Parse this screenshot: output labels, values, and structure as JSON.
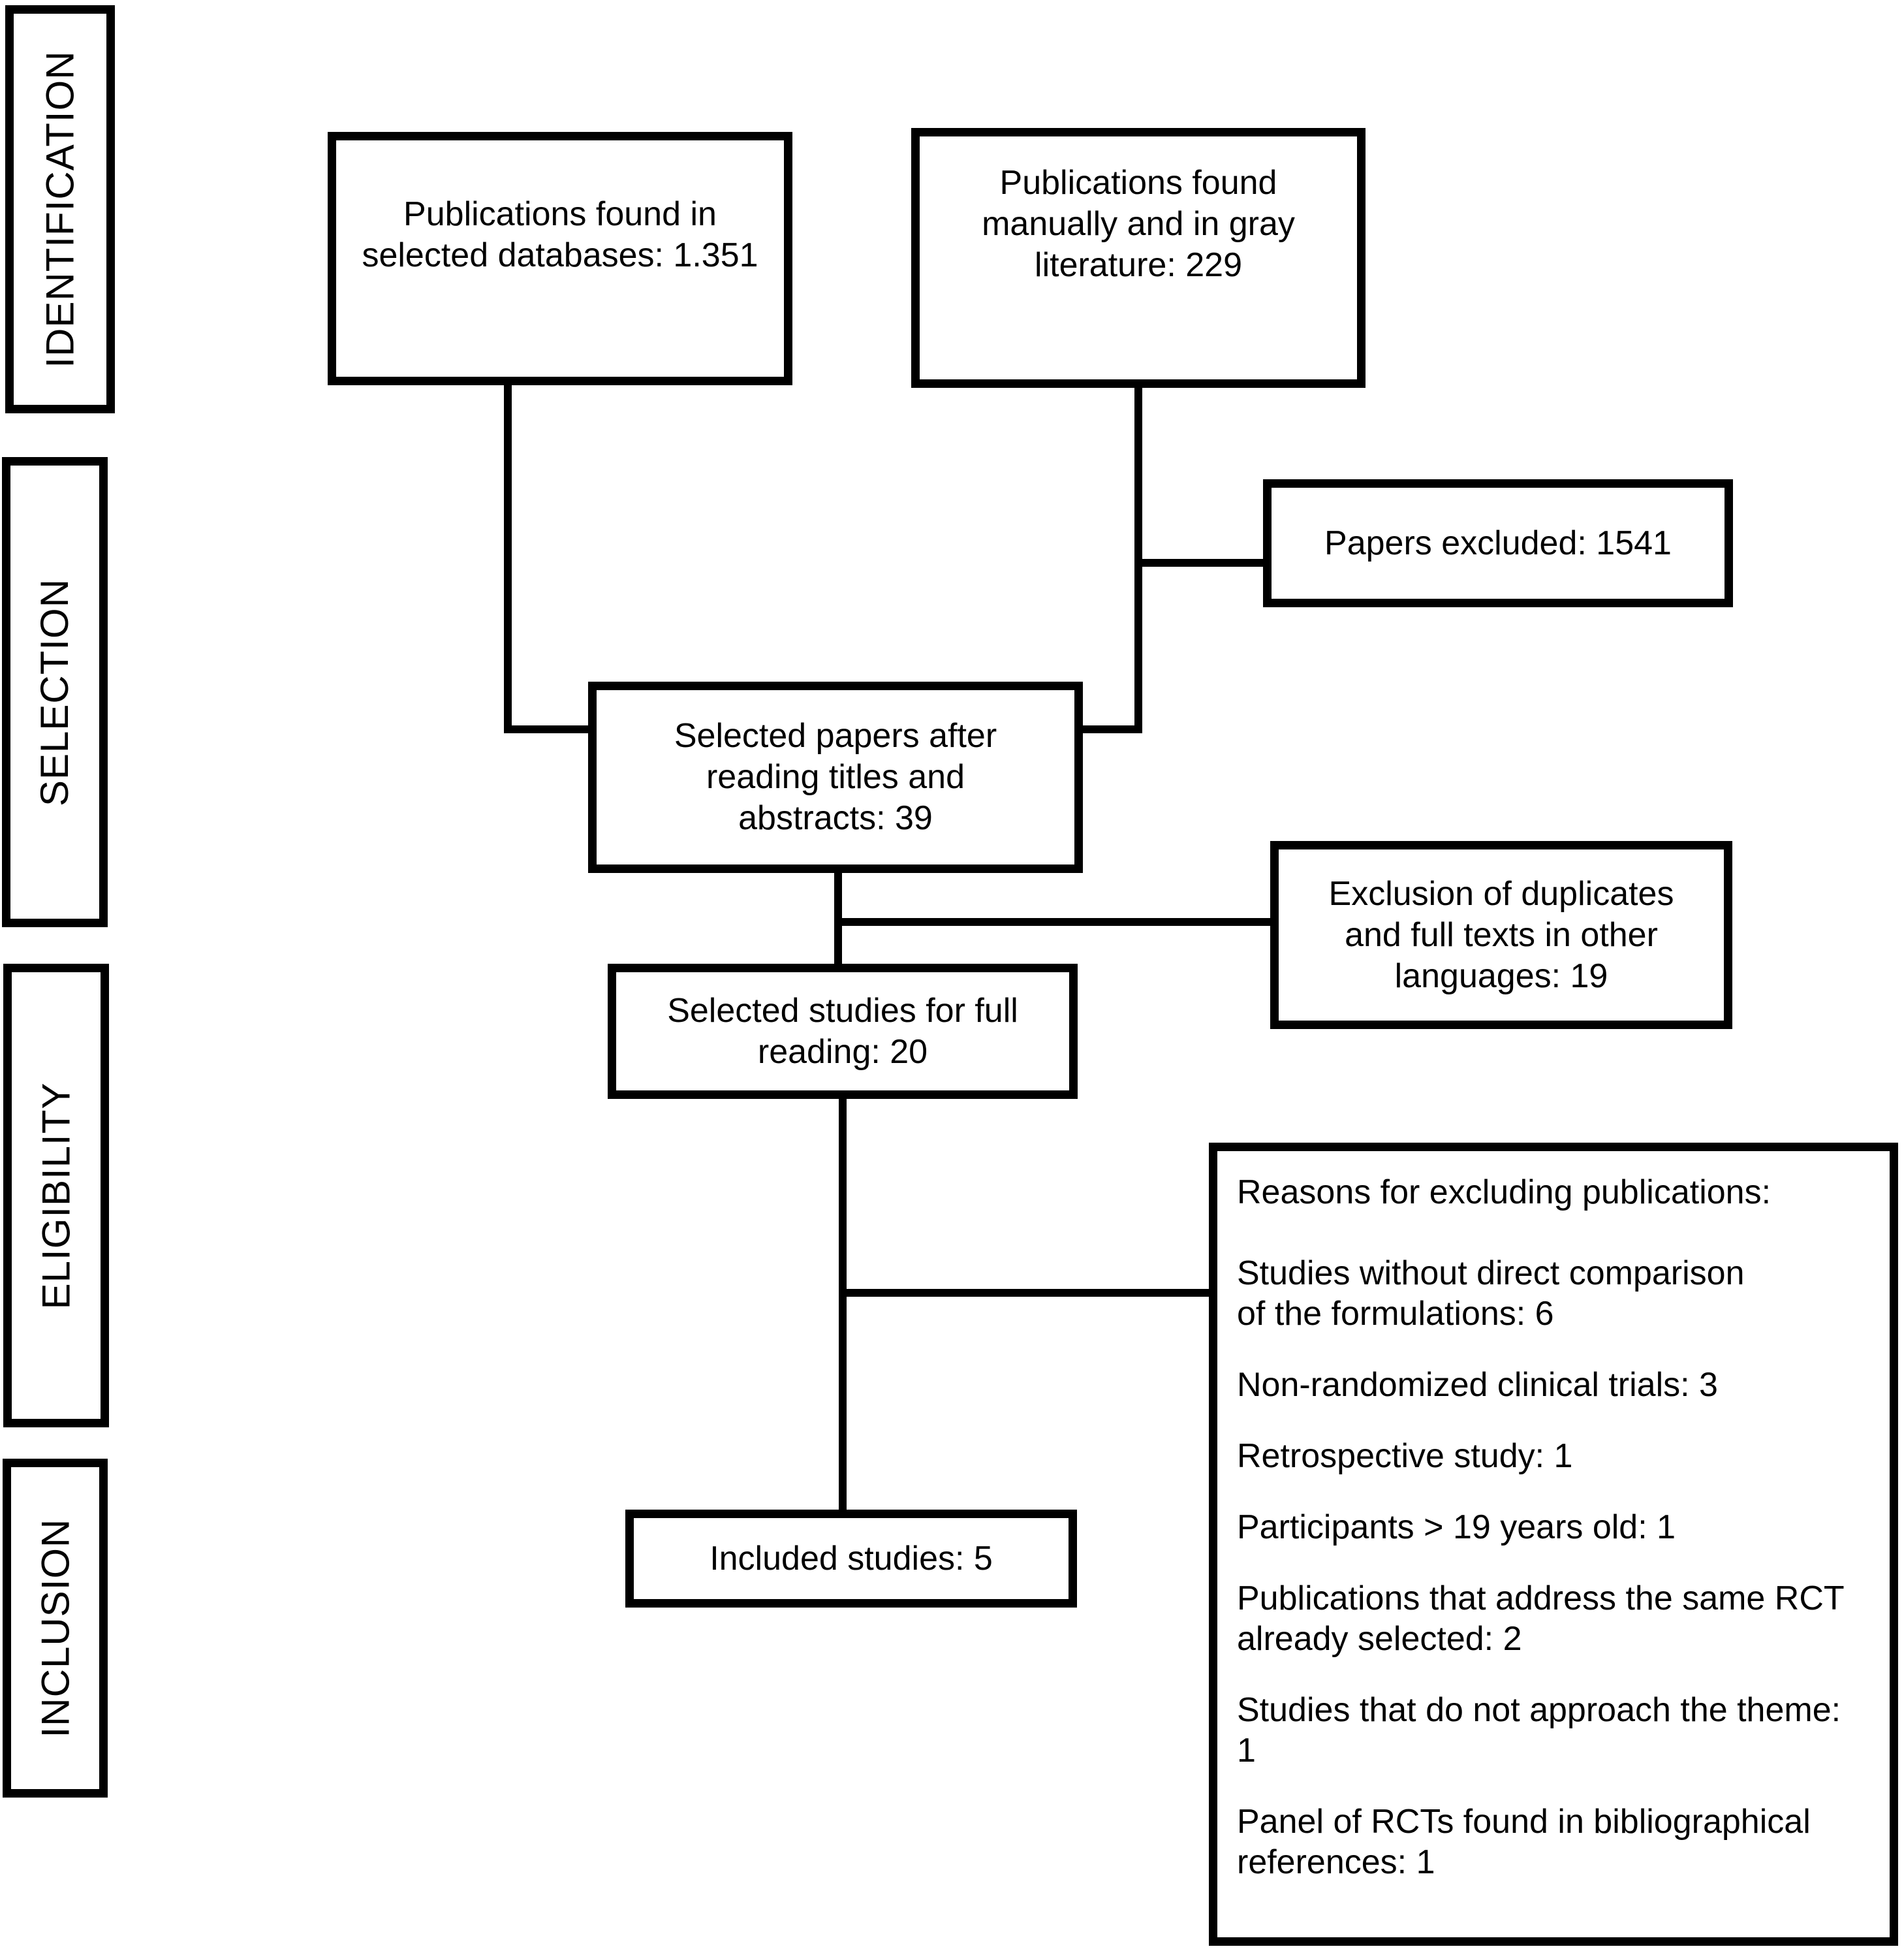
{
  "stages": {
    "identification": "IDENTIFICATION",
    "selection": "SELECTION",
    "eligibility": "ELIGIBILITY",
    "inclusion": "INCLUSION"
  },
  "boxes": {
    "databases": "Publications found in\nselected databases: 1.351",
    "manual": "Publications found\nmanually and in gray\nliterature: 229",
    "excluded": "Papers excluded: 1541",
    "titles_abstracts": "Selected papers after\nreading titles and\nabstracts: 39",
    "duplicates": "Exclusion of duplicates\nand full texts in other\nlanguages: 19",
    "full_reading": "Selected studies for full\nreading: 20",
    "included": "Included studies: 5"
  },
  "reasons": {
    "title": "Reasons for excluding publications:",
    "items": [
      "Studies without direct comparison\nof the formulations: 6",
      "Non-randomized clinical trials: 3",
      "Retrospective study: 1",
      "Participants > 19 years old: 1",
      "Publications that address the same RCT\nalready selected: 2",
      "Studies that do not approach the theme:\n1",
      "Panel of RCTs found in bibliographical\nreferences: 1"
    ]
  }
}
